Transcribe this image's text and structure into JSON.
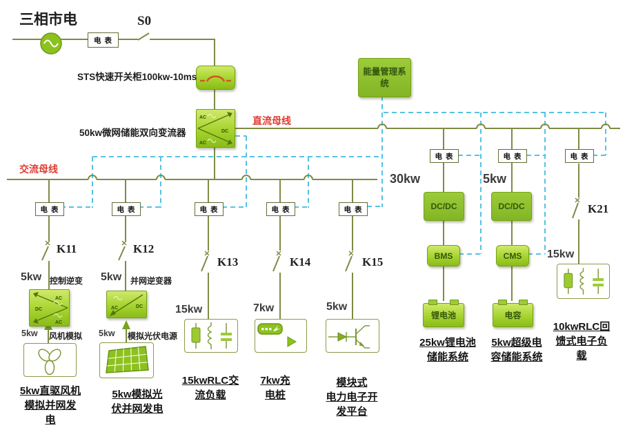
{
  "colors": {
    "device_green": "#8cc21e",
    "line_olive": "#7d8b44",
    "comm_blue": "#56c1e3",
    "bus_label_red": "#e03c31"
  },
  "nodes": {
    "mains": "三相市电",
    "s0": "S0",
    "meter_label": "电 表",
    "sts": "STS快速开关柜100kw-10ms",
    "main_converter": "50kw微网储能双向变流器",
    "dc_bus": "直流母线",
    "ac_bus": "交流母线",
    "ems": "能量管理系\n统"
  },
  "ports": {
    "ac": "AC",
    "dc": "DC"
  },
  "ac_branches": [
    {
      "switch": "K11",
      "rating": "5kw",
      "device": "控制逆变",
      "src_rating": "5kw",
      "src": "风机模拟",
      "caption": "5kw直驱风机\n模拟并网发\n电"
    },
    {
      "switch": "K12",
      "rating": "5kw",
      "device": "并网逆变器",
      "src_rating": "5kw",
      "src": "模拟光伏电源",
      "caption": "5kw模拟光\n伏并网发电"
    },
    {
      "switch": "K13",
      "rating": "15kw",
      "caption": "15kwRLC交\n流负载"
    },
    {
      "switch": "K14",
      "rating": "7kw",
      "caption": "7kw充\n电桩"
    },
    {
      "switch": "K15",
      "rating": "5kw",
      "caption": "模块式\n电力电子开\n发平台"
    }
  ],
  "dc_branches": [
    {
      "rating": "30kw",
      "converter": "DC/DC",
      "controller": "BMS",
      "storage": "锂电池",
      "caption": "25kw锂电池\n储能系统"
    },
    {
      "rating": "5kw",
      "converter": "DC/DC",
      "controller": "CMS",
      "storage": "电容",
      "caption": "5kw超级电\n容储能系统"
    },
    {
      "switch": "K21",
      "rating": "15kw",
      "caption": "10kwRLC回\n馈式电子负\n载"
    }
  ]
}
